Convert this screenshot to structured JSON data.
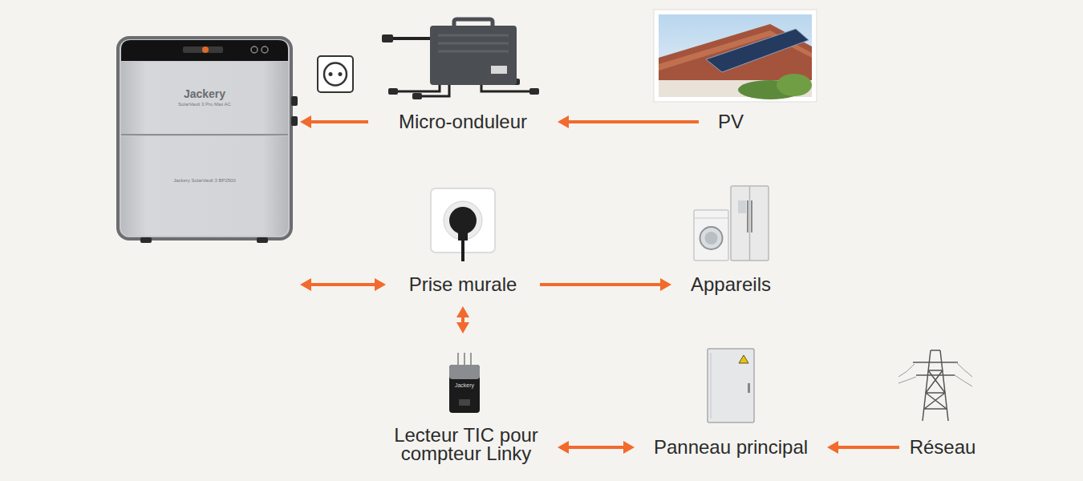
{
  "diagram": {
    "nodes": [
      {
        "text": [
          "Jackery",
          "SolarVault 3 Pro Max AC",
          "Jackery SolarVault 3 BP2500"
        ]
      },
      {
        "text": [
          "Micro-onduleur"
        ]
      },
      {
        "text": [
          "PV"
        ]
      },
      {
        "text": [
          "Prise murale"
        ]
      },
      {
        "text": [
          "Appareils"
        ]
      },
      {
        "text": [
          "Lecteur TIC pour compteur Linky"
        ]
      },
      {
        "text": [
          "Panneau principal"
        ]
      },
      {
        "text": [
          "Réseau"
        ]
      }
    ],
    "edges": [
      {
        "from": 2,
        "to": 1,
        "arrow": "to"
      },
      {
        "from": 1,
        "to": 0,
        "arrow": "to"
      },
      {
        "from": 0,
        "to": 3,
        "arrow": "both"
      },
      {
        "from": 3,
        "to": 4,
        "arrow": "to"
      },
      {
        "from": 3,
        "to": 5,
        "arrow": "both"
      },
      {
        "from": 5,
        "to": 6,
        "arrow": "both"
      },
      {
        "from": 7,
        "to": 6,
        "arrow": "to"
      }
    ],
    "labels": [
      "Jackery"
    ]
  }
}
